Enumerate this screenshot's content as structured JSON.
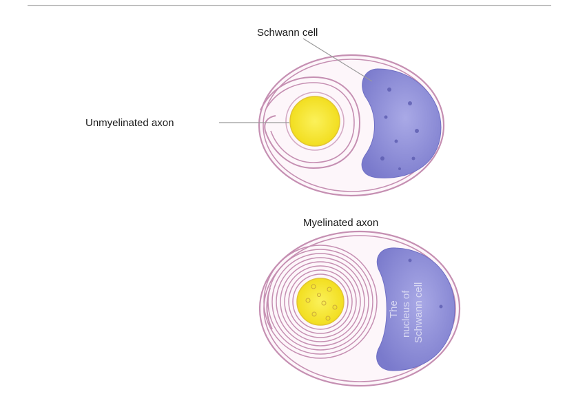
{
  "labels": {
    "schwann_cell": "Schwann cell",
    "unmyelinated_axon": "Unmyelinated axon",
    "myelinated_axon": "Myelinated axon",
    "nucleus_line1": "The",
    "nucleus_line2": "nucleus of",
    "nucleus_line3": "Schwann cell"
  },
  "colors": {
    "membrane": "#d6a9c4",
    "membrane_dark": "#b97fa5",
    "axon_fill": "#f5e51e",
    "axon_ring": "#e9c23a",
    "nucleus_fill": "#8f8fd8",
    "nucleus_dark": "#6f6fc4"
  }
}
